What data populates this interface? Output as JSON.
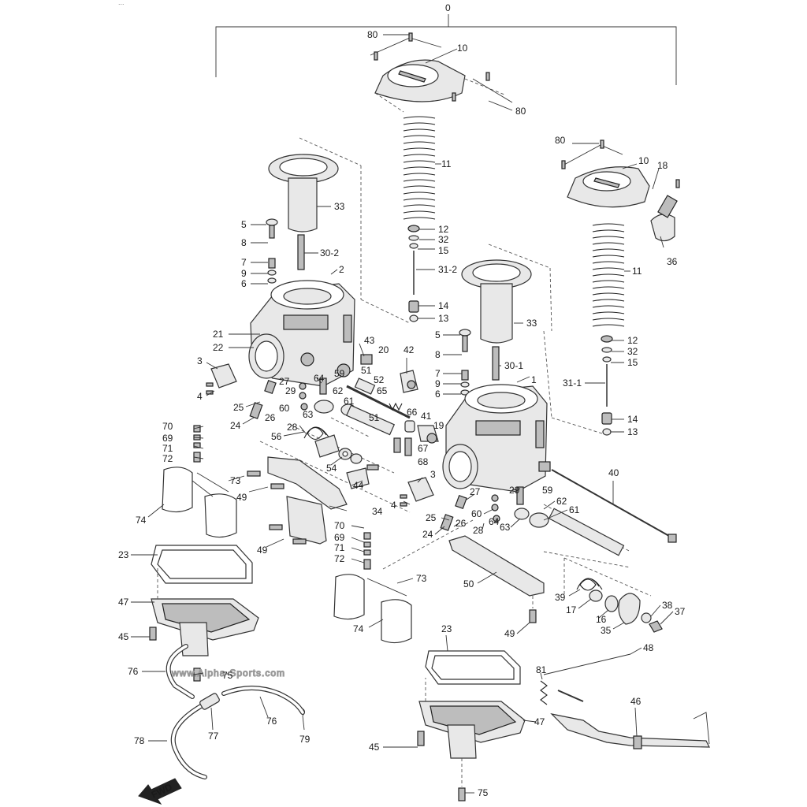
{
  "top_fragment": "...",
  "watermark": "www.Alpha-Sports.com",
  "fwd_label": "FWD",
  "callouts": [
    {
      "id": "c-0",
      "text": "0"
    },
    {
      "id": "c-80a",
      "text": "80"
    },
    {
      "id": "c-10a",
      "text": "10"
    },
    {
      "id": "c-80b",
      "text": "80"
    },
    {
      "id": "c-11a",
      "text": "11"
    },
    {
      "id": "c-12a",
      "text": "12"
    },
    {
      "id": "c-32a",
      "text": "32"
    },
    {
      "id": "c-15a",
      "text": "15"
    },
    {
      "id": "c-31-2",
      "text": "31-2"
    },
    {
      "id": "c-14a",
      "text": "14"
    },
    {
      "id": "c-13a",
      "text": "13"
    },
    {
      "id": "c-80c",
      "text": "80"
    },
    {
      "id": "c-10b",
      "text": "10"
    },
    {
      "id": "c-18",
      "text": "18"
    },
    {
      "id": "c-36",
      "text": "36"
    },
    {
      "id": "c-11b",
      "text": "11"
    },
    {
      "id": "c-12b",
      "text": "12"
    },
    {
      "id": "c-32b",
      "text": "32"
    },
    {
      "id": "c-15b",
      "text": "15"
    },
    {
      "id": "c-31-1",
      "text": "31-1"
    },
    {
      "id": "c-14b",
      "text": "14"
    },
    {
      "id": "c-13b",
      "text": "13"
    },
    {
      "id": "c-33a",
      "text": "33"
    },
    {
      "id": "c-5a",
      "text": "5"
    },
    {
      "id": "c-8a",
      "text": "8"
    },
    {
      "id": "c-30-2",
      "text": "30-2"
    },
    {
      "id": "c-7a",
      "text": "7"
    },
    {
      "id": "c-9a",
      "text": "9"
    },
    {
      "id": "c-6a",
      "text": "6"
    },
    {
      "id": "c-2",
      "text": "2"
    },
    {
      "id": "c-21",
      "text": "21"
    },
    {
      "id": "c-22",
      "text": "22"
    },
    {
      "id": "c-43",
      "text": "43"
    },
    {
      "id": "c-20",
      "text": "20"
    },
    {
      "id": "c-42",
      "text": "42"
    },
    {
      "id": "c-3a",
      "text": "3"
    },
    {
      "id": "c-4a",
      "text": "4"
    },
    {
      "id": "c-27a",
      "text": "27"
    },
    {
      "id": "c-29a",
      "text": "29"
    },
    {
      "id": "c-59a",
      "text": "59"
    },
    {
      "id": "c-64a",
      "text": "64"
    },
    {
      "id": "c-62a",
      "text": "62"
    },
    {
      "id": "c-61a",
      "text": "61"
    },
    {
      "id": "c-51a",
      "text": "51"
    },
    {
      "id": "c-52",
      "text": "52"
    },
    {
      "id": "c-65",
      "text": "65"
    },
    {
      "id": "c-25a",
      "text": "25"
    },
    {
      "id": "c-26a",
      "text": "26"
    },
    {
      "id": "c-60a",
      "text": "60"
    },
    {
      "id": "c-24a",
      "text": "24"
    },
    {
      "id": "c-63a",
      "text": "63"
    },
    {
      "id": "c-28a",
      "text": "28"
    },
    {
      "id": "c-51b",
      "text": "51"
    },
    {
      "id": "c-66",
      "text": "66"
    },
    {
      "id": "c-41",
      "text": "41"
    },
    {
      "id": "c-19",
      "text": "19"
    },
    {
      "id": "c-67",
      "text": "67"
    },
    {
      "id": "c-68",
      "text": "68"
    },
    {
      "id": "c-56",
      "text": "56"
    },
    {
      "id": "c-70a",
      "text": "70"
    },
    {
      "id": "c-69a",
      "text": "69"
    },
    {
      "id": "c-71a",
      "text": "71"
    },
    {
      "id": "c-72a",
      "text": "72"
    },
    {
      "id": "c-54",
      "text": "54"
    },
    {
      "id": "c-44",
      "text": "44"
    },
    {
      "id": "c-73a",
      "text": "73"
    },
    {
      "id": "c-49a",
      "text": "49"
    },
    {
      "id": "c-74a",
      "text": "74"
    },
    {
      "id": "c-34",
      "text": "34"
    },
    {
      "id": "c-49b",
      "text": "49"
    },
    {
      "id": "c-23a",
      "text": "23"
    },
    {
      "id": "c-47a",
      "text": "47"
    },
    {
      "id": "c-45a",
      "text": "45"
    },
    {
      "id": "c-76a",
      "text": "76"
    },
    {
      "id": "c-75a",
      "text": "75"
    },
    {
      "id": "c-76b",
      "text": "76"
    },
    {
      "id": "c-77",
      "text": "77"
    },
    {
      "id": "c-78",
      "text": "78"
    },
    {
      "id": "c-79",
      "text": "79"
    },
    {
      "id": "c-33b",
      "text": "33"
    },
    {
      "id": "c-5b",
      "text": "5"
    },
    {
      "id": "c-8b",
      "text": "8"
    },
    {
      "id": "c-30-1",
      "text": "30-1"
    },
    {
      "id": "c-7b",
      "text": "7"
    },
    {
      "id": "c-9b",
      "text": "9"
    },
    {
      "id": "c-6b",
      "text": "6"
    },
    {
      "id": "c-1",
      "text": "1"
    },
    {
      "id": "c-40",
      "text": "40"
    },
    {
      "id": "c-3b",
      "text": "3"
    },
    {
      "id": "c-4b",
      "text": "4"
    },
    {
      "id": "c-27b",
      "text": "27"
    },
    {
      "id": "c-29b",
      "text": "29"
    },
    {
      "id": "c-59b",
      "text": "59"
    },
    {
      "id": "c-62b",
      "text": "62"
    },
    {
      "id": "c-61b",
      "text": "61"
    },
    {
      "id": "c-25b",
      "text": "25"
    },
    {
      "id": "c-26b",
      "text": "26"
    },
    {
      "id": "c-60b",
      "text": "60"
    },
    {
      "id": "c-64b",
      "text": "64"
    },
    {
      "id": "c-63b",
      "text": "63"
    },
    {
      "id": "c-24b",
      "text": "24"
    },
    {
      "id": "c-28b",
      "text": "28"
    },
    {
      "id": "c-70b",
      "text": "70"
    },
    {
      "id": "c-69b",
      "text": "69"
    },
    {
      "id": "c-71b",
      "text": "71"
    },
    {
      "id": "c-72b",
      "text": "72"
    },
    {
      "id": "c-73b",
      "text": "73"
    },
    {
      "id": "c-74b",
      "text": "74"
    },
    {
      "id": "c-50",
      "text": "50"
    },
    {
      "id": "c-39",
      "text": "39"
    },
    {
      "id": "c-17",
      "text": "17"
    },
    {
      "id": "c-16",
      "text": "16"
    },
    {
      "id": "c-38",
      "text": "38"
    },
    {
      "id": "c-37",
      "text": "37"
    },
    {
      "id": "c-35",
      "text": "35"
    },
    {
      "id": "c-49c",
      "text": "49"
    },
    {
      "id": "c-48",
      "text": "48"
    },
    {
      "id": "c-23b",
      "text": "23"
    },
    {
      "id": "c-81",
      "text": "81"
    },
    {
      "id": "c-46",
      "text": "46"
    },
    {
      "id": "c-47b",
      "text": "47"
    },
    {
      "id": "c-45b",
      "text": "45"
    },
    {
      "id": "c-75b",
      "text": "75"
    }
  ]
}
